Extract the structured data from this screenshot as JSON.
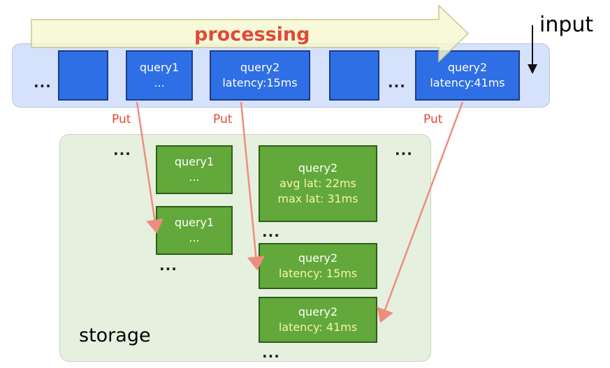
{
  "labels": {
    "processing": "processing",
    "input": "input",
    "storage": "storage",
    "put": "Put",
    "ellipsis": "..."
  },
  "input_queue": {
    "query1": {
      "name": "query1",
      "detail": "..."
    },
    "query2_a": {
      "name": "query2",
      "detail": "latency:15ms"
    },
    "query2_b": {
      "name": "query2",
      "detail": "latency:41ms"
    }
  },
  "storage_items": {
    "query1_a": {
      "name": "query1",
      "detail": "..."
    },
    "query1_b": {
      "name": "query1",
      "detail": "..."
    },
    "query2_summary": {
      "name": "query2",
      "avg": "avg lat: 22ms",
      "max": "max lat: 31ms"
    },
    "query2_15": {
      "name": "query2",
      "detail": "latency: 15ms"
    },
    "query2_41": {
      "name": "query2",
      "detail": "latency: 41ms"
    }
  },
  "colors": {
    "input_band": "#d6e2fb",
    "blue_box": "#2f6fe6",
    "storage_panel": "#e6f0df",
    "green_box": "#62a83b",
    "accent_red": "#e04a36",
    "put_arrow": "#ef8c80",
    "processing_arrow": "#f5f8d0"
  }
}
